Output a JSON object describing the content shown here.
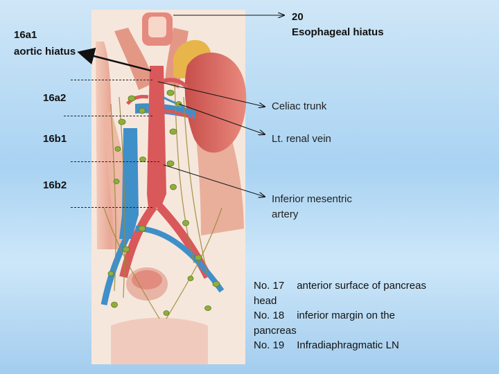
{
  "labels": {
    "no20_num": "20",
    "no20_name": "Esophageal hiatus",
    "a1_code": "16a1",
    "a1_name": "aortic hiatus",
    "a2_code": "16a2",
    "b1_code": "16b1",
    "b2_code": "16b2",
    "celiac": "Celiac trunk",
    "renal_vein": "Lt. renal vein",
    "ima_line1": "Inferior mesentric",
    "ima_line2": "artery"
  },
  "legend": [
    {
      "no": "No. 17",
      "text": "anterior surface of pancreas",
      "cont": "head"
    },
    {
      "no": "No. 18",
      "text": "inferior margin on the",
      "cont": "pancreas"
    },
    {
      "no": "No. 19",
      "text": "Infradiaphragmatic LN",
      "cont": ""
    }
  ],
  "colors": {
    "artery": "#d9585a",
    "vein": "#3f8fc9",
    "node": "#8fae3c",
    "kidney": "#d0605a",
    "adrenal": "#e6b347",
    "muscle": "#e9a79a"
  }
}
